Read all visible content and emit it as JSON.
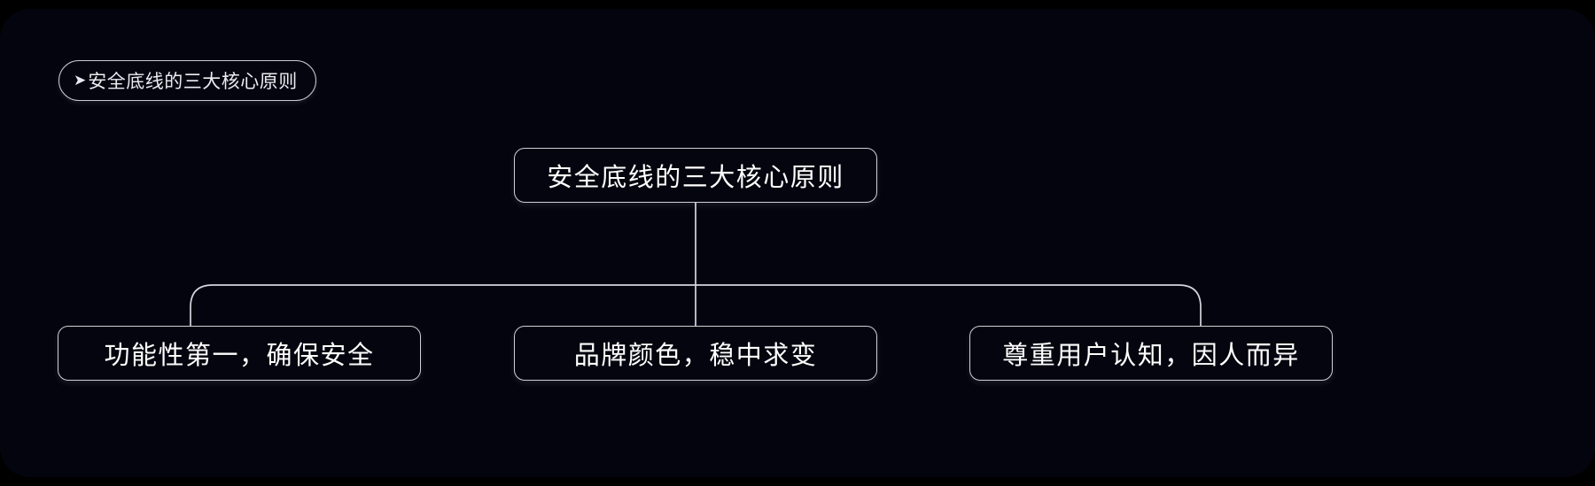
{
  "theme": {
    "background": "#000000",
    "panel_background": "#04040e",
    "stroke": "#d5d5e0",
    "text": "#ffffff"
  },
  "badge": {
    "icon": "triangle-right-icon",
    "arrow_glyph": "➤",
    "label": "安全底线的三大核心原则"
  },
  "diagram": {
    "type": "tree",
    "root": {
      "label": "安全底线的三大核心原则"
    },
    "children": [
      {
        "label": "功能性第一，确保安全"
      },
      {
        "label": "品牌颜色，稳中求变"
      },
      {
        "label": "尊重用户认知，因人而异"
      }
    ]
  }
}
